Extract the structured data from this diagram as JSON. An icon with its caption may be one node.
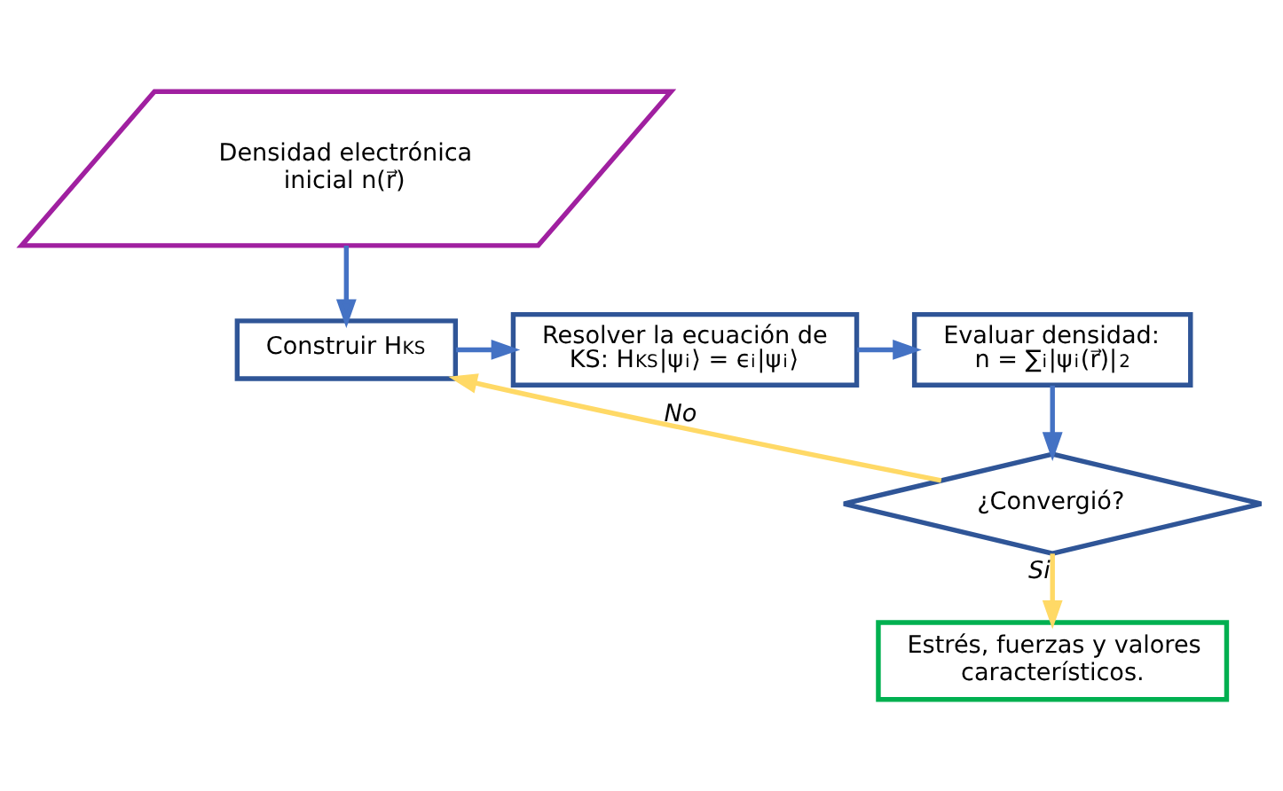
{
  "diagram": {
    "nodes": [
      {
        "text": [
          "Densidad electrónica inicial n(r⃗)"
        ]
      },
      {
        "text": [
          "Construir H$^{KS}$"
        ]
      },
      {
        "text": [
          "Resolver la ecuación de KS: H$^{KS}$|ψ$_{i}$⟩ = ϵ$_{i}$|ψ$_{i}$⟩"
        ]
      },
      {
        "text": [
          "Evaluar densidad:",
          "n = ∑$_{i}$|ψ$_{i}$(r⃗)|$^{2}$"
        ]
      },
      {
        "text": [
          "¿Convergió?"
        ]
      },
      {
        "text": [
          "Estrés, fuerzas y valores característicos."
        ]
      }
    ],
    "edges": [
      {
        "from": 0,
        "to": 1,
        "arrow": "to"
      },
      {
        "from": 1,
        "to": 2,
        "arrow": "to"
      },
      {
        "from": 2,
        "to": 3,
        "arrow": "to"
      },
      {
        "from": 3,
        "to": 4,
        "arrow": "to"
      },
      {
        "from": 4,
        "to": 1,
        "arrow": "to",
        "label": "No",
        "color": "#ffd966"
      },
      {
        "from": 4,
        "to": 5,
        "arrow": "to",
        "label": "Si",
        "color": "#ffd966"
      }
    ]
  }
}
